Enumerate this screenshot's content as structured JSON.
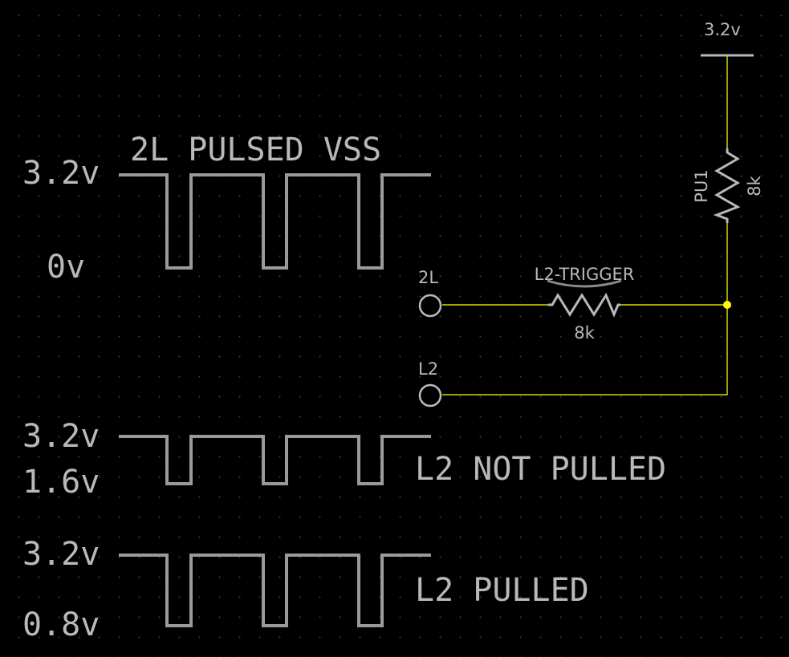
{
  "colors": {
    "background": "#000000",
    "text": "#b9b9b9",
    "waveform": "#9a9a9a",
    "wire": "#d8d800",
    "junction": "#ffff00"
  },
  "waveforms": {
    "pulsed_vss": {
      "title": "2L PULSED VSS",
      "high_label": "3.2v",
      "low_label": "0v"
    },
    "not_pulled": {
      "title": "L2 NOT PULLED",
      "high_label": "3.2v",
      "low_label": "1.6v"
    },
    "pulled": {
      "title": "L2 PULLED",
      "high_label": "3.2v",
      "low_label": "0.8v"
    }
  },
  "schematic": {
    "supply_label": "3.2v",
    "pullup": {
      "name": "PU1",
      "value": "8k"
    },
    "trigger_resistor": {
      "name": "L2-TRIGGER",
      "value": "8k"
    },
    "pins": [
      {
        "label": "2L"
      },
      {
        "label": "L2"
      }
    ]
  }
}
